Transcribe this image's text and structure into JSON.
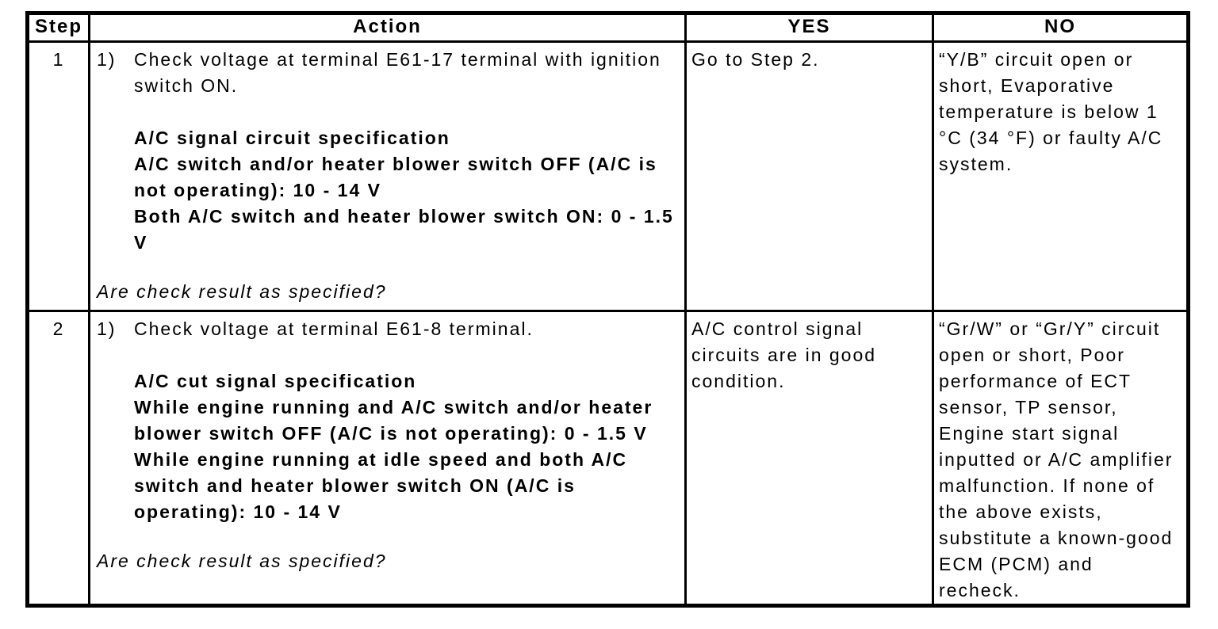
{
  "colors": {
    "page_background": "#ffffff",
    "table_border": "#000000",
    "text": "#000000"
  },
  "table": {
    "headers": [
      {
        "label": "Step"
      },
      {
        "label": "Action"
      },
      {
        "label": "YES"
      },
      {
        "label": "NO"
      }
    ],
    "rows": [
      {
        "step": "1",
        "action": {
          "item_marker": "1)",
          "item_text": "Check voltage at terminal E61-17 terminal with ignition switch ON.",
          "spec_heading": "A/C signal circuit specification",
          "spec_lines": [
            "A/C switch and/or heater blower switch OFF (A/C is not operating): 10 - 14 V",
            "Both A/C switch and heater blower switch ON: 0 - 1.5 V"
          ],
          "question": "Are check result as specified?"
        },
        "yes": "Go to Step 2.",
        "no": "“Y/B” circuit open or short, Evaporative temperature is below 1 °C (34 °F) or faulty A/C system."
      },
      {
        "step": "2",
        "action": {
          "item_marker": "1)",
          "item_text": "Check voltage at terminal E61-8 terminal.",
          "spec_heading": "A/C cut signal specification",
          "spec_lines": [
            "While engine running and A/C switch and/or heater blower switch OFF (A/C is not operating): 0 - 1.5 V",
            "While engine running at idle speed and both A/C switch and heater blower switch ON (A/C is operating): 10 - 14 V"
          ],
          "question": "Are check result as specified?"
        },
        "yes": "A/C control signal circuits are in good condition.",
        "no": "“Gr/W” or “Gr/Y” circuit open or short, Poor performance of ECT sensor, TP sensor, Engine start signal inputted or A/C amplifier malfunction. If none of the above exists, substitute a known-good ECM (PCM) and recheck."
      }
    ]
  }
}
